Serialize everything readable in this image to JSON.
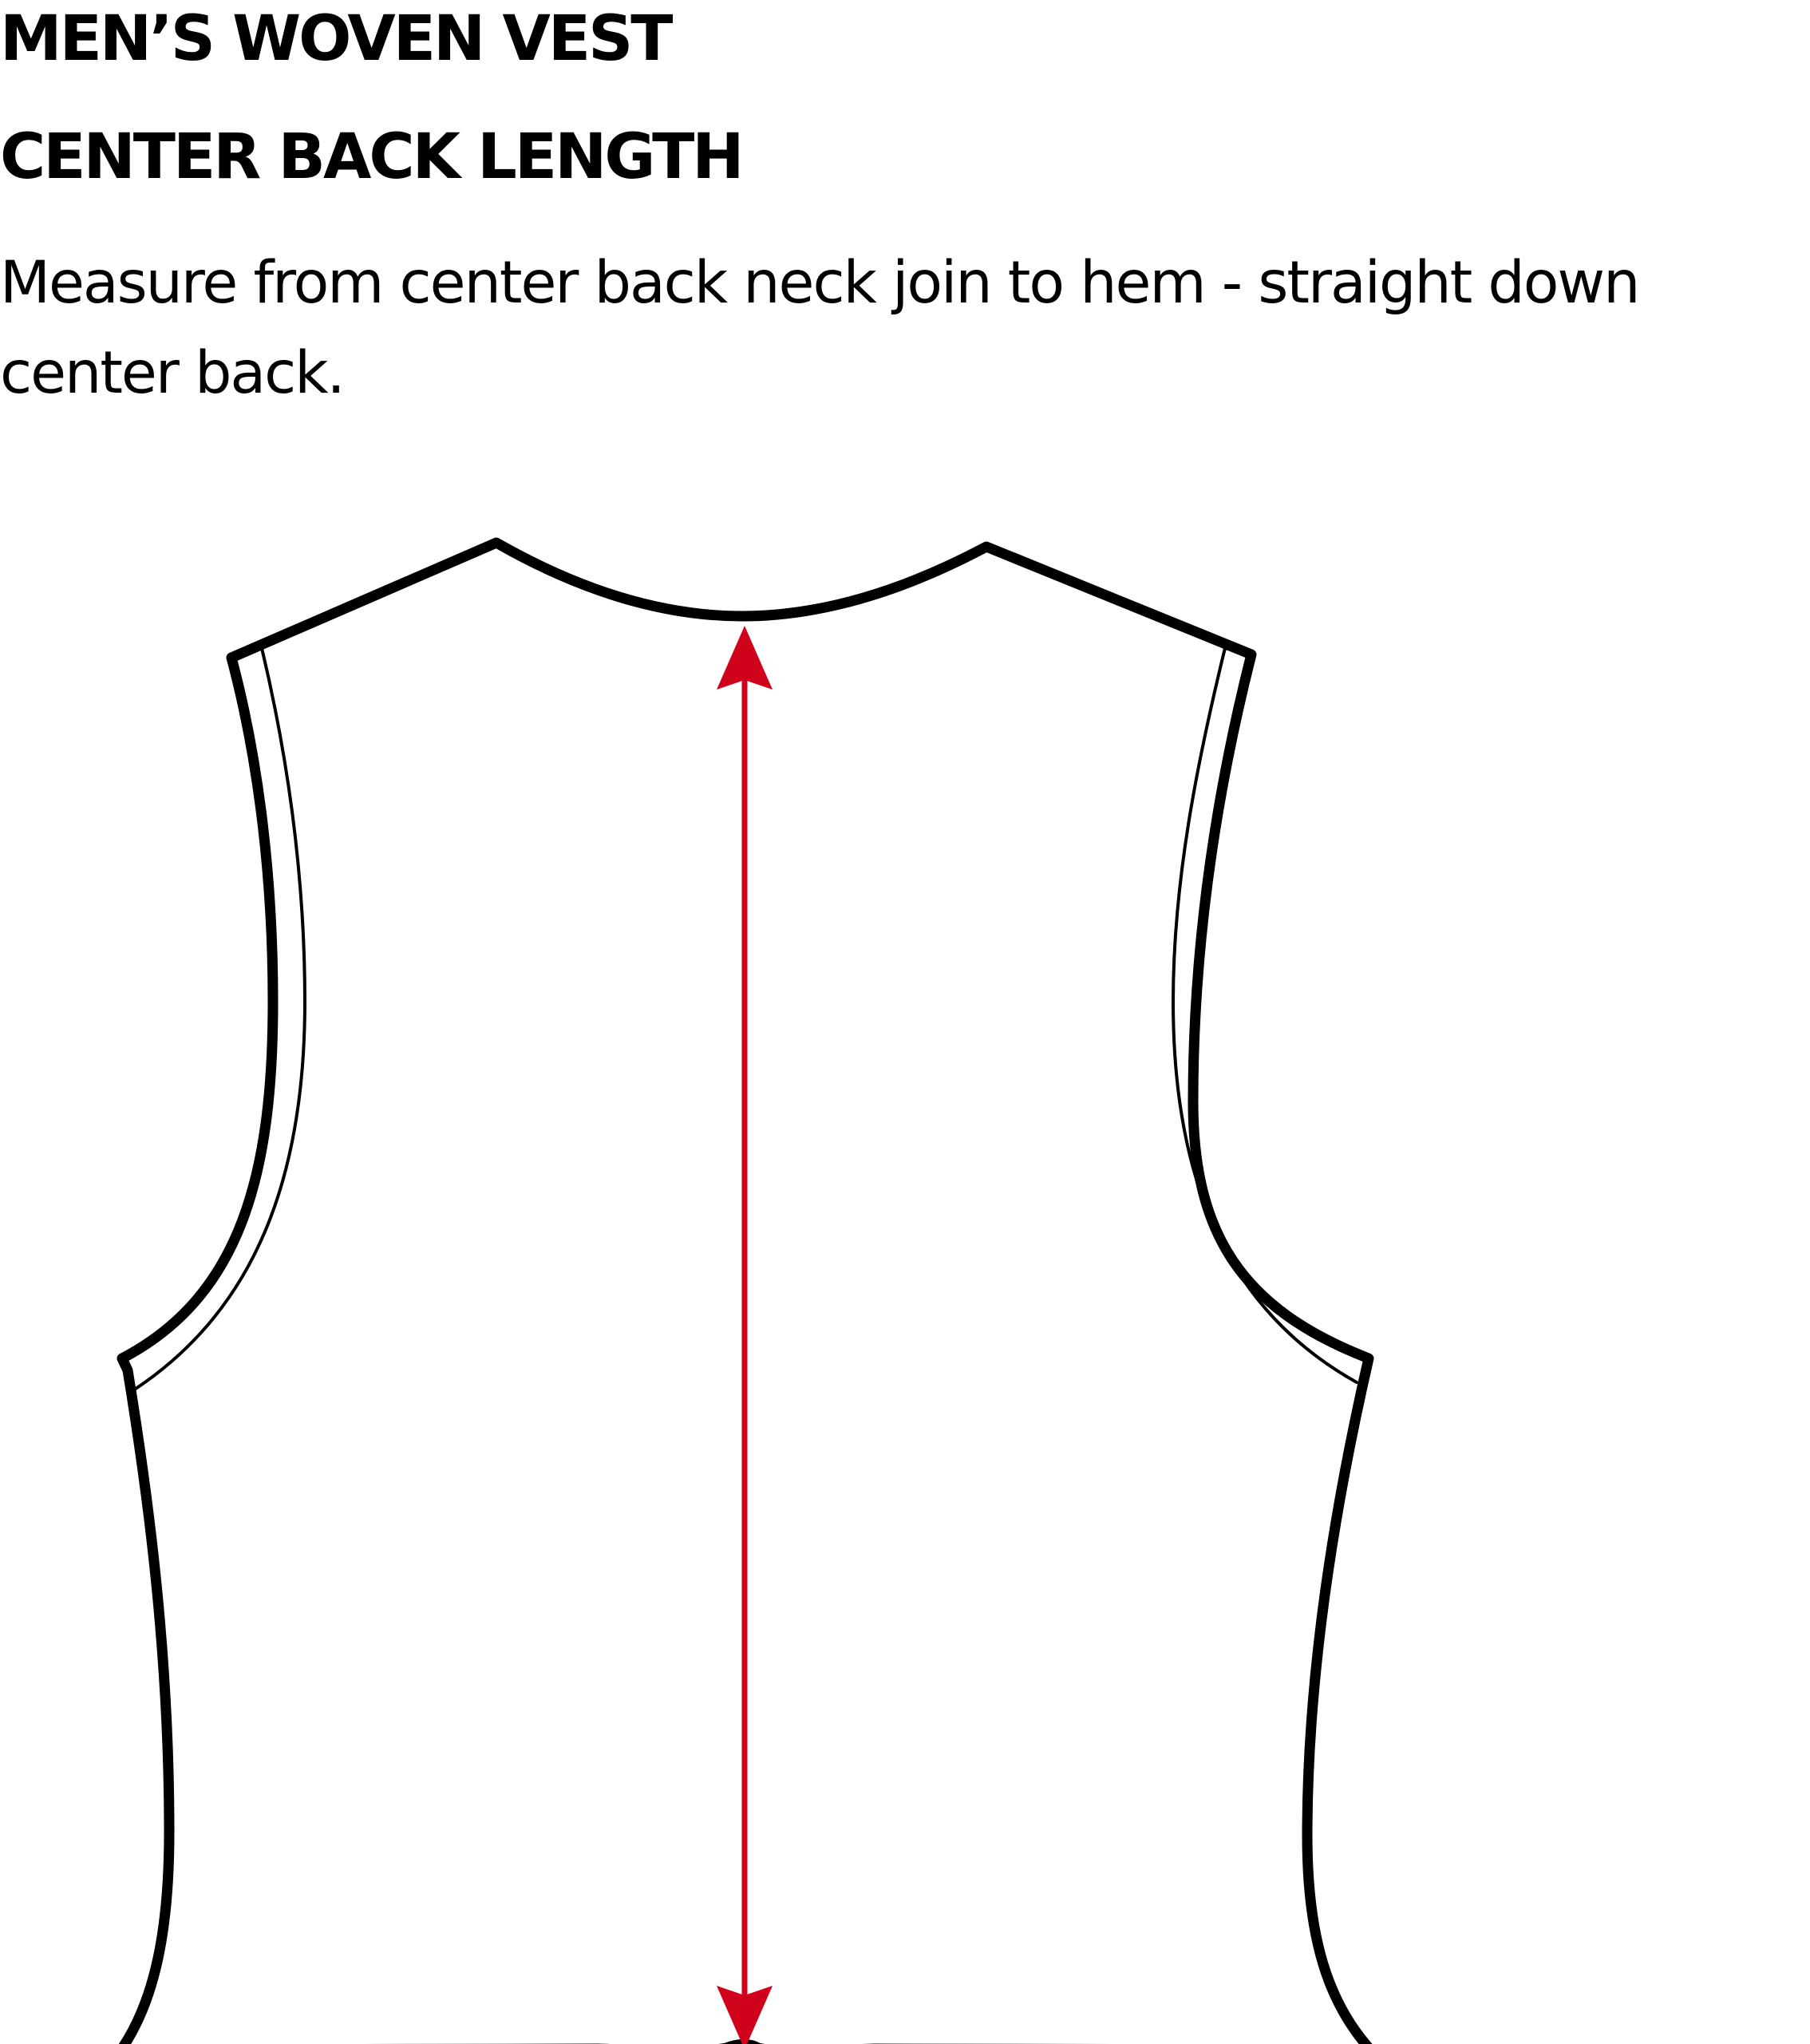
{
  "document": {
    "title": "MEN’S WOVEN VEST",
    "subtitle": "CENTER BACK LENGTH",
    "instructions": "Measure from center back neck join to hem - straight down center back."
  },
  "diagram": {
    "garment": "vest-back",
    "measurement": "center-back-length",
    "outline_color": "#000000",
    "arrow_color": "#d0021b"
  }
}
